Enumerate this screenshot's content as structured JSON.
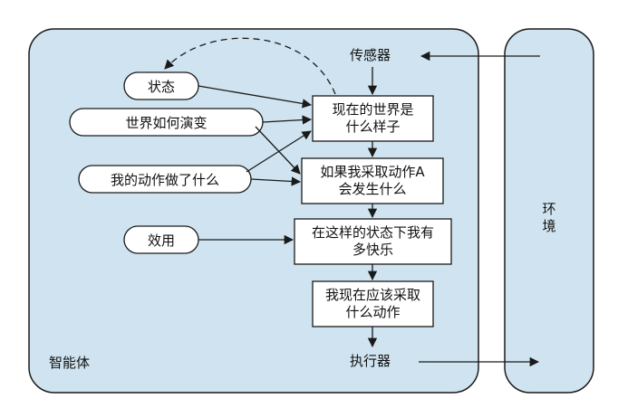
{
  "agent": {
    "label": "智能体"
  },
  "environment": {
    "label_lines": [
      "环",
      "境"
    ]
  },
  "sensors": {
    "label": "传感器"
  },
  "actuators": {
    "label": "执行器"
  },
  "pills": {
    "state": "状态",
    "world_evolves": "世界如何演变",
    "my_actions": "我的动作做了什么",
    "utility": "效用"
  },
  "boxes": {
    "world_now": [
      "现在的世界是",
      "什么样子"
    ],
    "if_action": [
      "如果我采取动作A",
      "会发生什么"
    ],
    "happy": [
      "在这样的状态下我有",
      "多快乐"
    ],
    "action_now": [
      "我现在应该采取",
      "什么动作"
    ]
  },
  "colors": {
    "panel_fill": "#cfe4f0",
    "box_fill": "#ffffff",
    "stroke": "#1a1a1a"
  }
}
